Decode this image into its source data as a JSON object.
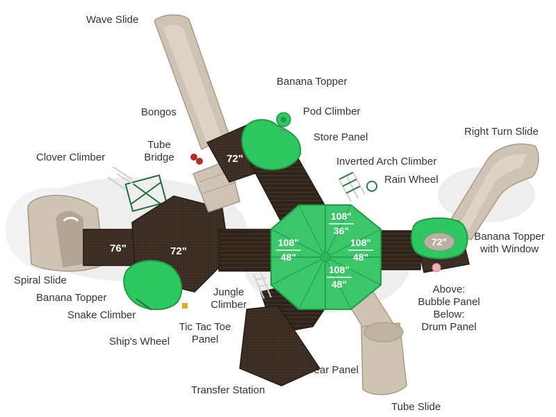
{
  "colors": {
    "deck": "#3a2c22",
    "deck_edge": "#261b14",
    "slide": "#cfc3b3",
    "slide_dark": "#a89a88",
    "green": "#2ec862",
    "green_dark": "#1f9a45",
    "roof_green": "#3bc66a",
    "label_text": "#333333",
    "height_text": "#ffffff"
  },
  "heights": {
    "upper_deck": "72\"",
    "left_deck": "76\"",
    "hex_deck": "72\"",
    "right_deck": "72\"",
    "roof_top": "108\"",
    "roof_top_sub": "36\"",
    "roof_left": "108\"",
    "roof_left_sub": "48\"",
    "roof_right": "108\"",
    "roof_right_sub": "48\"",
    "roof_bottom": "108\"",
    "roof_bottom_sub": "48\""
  },
  "labels": {
    "wave_slide": "Wave Slide",
    "banana_topper_top": "Banana Topper",
    "bongos": "Bongos",
    "pod_climber": "Pod Climber",
    "store_panel": "Store Panel",
    "tube_bridge_1": "Tube",
    "tube_bridge_2": "Bridge",
    "clover_climber": "Clover Climber",
    "right_turn_slide": "Right Turn Slide",
    "inverted_arch_climber": "Inverted Arch Climber",
    "rain_wheel": "Rain Wheel",
    "banana_topper_window_1": "Banana Topper",
    "banana_topper_window_2": "with Window",
    "spiral_slide": "Spiral Slide",
    "banana_topper_left": "Banana Topper",
    "snake_climber": "Snake Climber",
    "jungle_climber_1": "Jungle",
    "jungle_climber_2": "Climber",
    "tic_tac_toe_1": "Tic Tac Toe",
    "tic_tac_toe_2": "Panel",
    "ships_wheel": "Ship's Wheel",
    "above_1": "Above:",
    "above_2": "Bubble Panel",
    "below_1": "Below:",
    "below_2": "Drum Panel",
    "gear_panel": "Gear Panel",
    "transfer_station": "Transfer Station",
    "tube_slide": "Tube Slide"
  }
}
